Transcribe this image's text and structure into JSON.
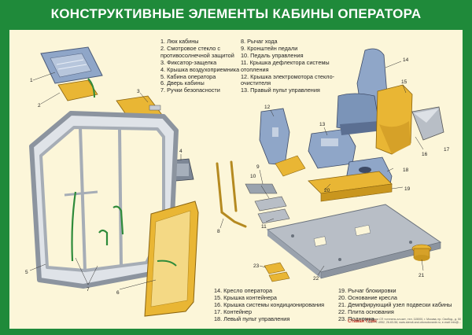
{
  "title": "КОНСТРУКТИВНЫЕ ЭЛЕМЕНТЫ КАБИНЫ ОПЕРАТОРА",
  "legend_col_a": [
    "1. Люк кабины",
    "2. Смотровое стекло с",
    "противосолнечной защитой",
    "3. Фиксатор-защелка",
    "4. Крышка воздухоприемника",
    "5. Кабина оператора",
    "6. Дверь кабины",
    "7. Ручки безопасности"
  ],
  "legend_col_b": [
    "8. Рычаг хода",
    "9. Кронштейн педали",
    "10. Педаль управления",
    "11. Крышка дефлектора системы",
    "отопления",
    "12. Крышка электромотора стекло-",
    "очистителя",
    "13. Правый пульт управления"
  ],
  "legend_col_c": [
    "14. Кресло оператора",
    "15. Крышка контейнера",
    "16. Крышка системы кондиционирования",
    "17. Контейнер",
    "18. Левый пульт управления"
  ],
  "legend_col_d": [
    "19. Рычаг блокировки",
    "20. Основание кресла",
    "21. Демпфирующий узел подвески кабины",
    "22. Плита основания",
    "23. Подножка"
  ],
  "callouts": [
    "1",
    "2",
    "3",
    "4",
    "5",
    "6",
    "7",
    "8",
    "9",
    "10",
    "11",
    "12",
    "13",
    "14",
    "15",
    "16",
    "17",
    "18",
    "19",
    "20",
    "21",
    "22",
    "23"
  ],
  "footer_text": [
    "Обладатели СП «степень ал.ом», тел. 115000, г. Москва, пр. Свобод., д. 50",
    "Тел.: +7-4952, 26-63-56; www.stendi-and-oborudovanie.ru, e-mail: info@..."
  ],
  "footer_logo": "Ставан Глав",
  "colors": {
    "frame_green": "#1f8a3a",
    "panel_bg": "#fcf6d9",
    "cab_grey": "#b8bec6",
    "part_yellow": "#e9b634",
    "seat_blue": "#8fa6c8",
    "handle_green": "#2e8b3a"
  }
}
